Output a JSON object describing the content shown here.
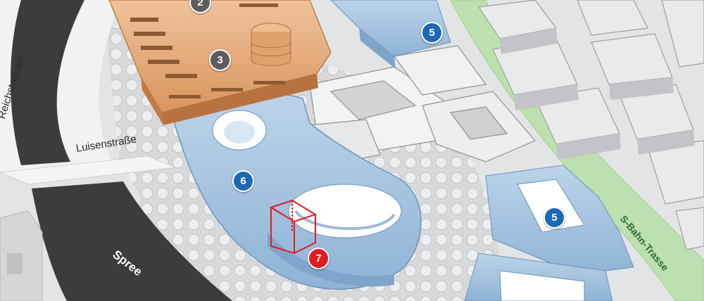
{
  "map": {
    "streets": {
      "kapelle_ufer": "Reichstagufer",
      "luisenstrasse": "Luisenstraße"
    },
    "water": {
      "river": "Spree"
    },
    "rail": {
      "label": "S-Bahn-Trasse"
    },
    "markers": [
      {
        "id": "2",
        "kind": "existing-building"
      },
      {
        "id": "3",
        "kind": "existing-building"
      },
      {
        "id": "5",
        "kind": "planned-building"
      },
      {
        "id": "5",
        "kind": "planned-building"
      },
      {
        "id": "6",
        "kind": "planned-building"
      },
      {
        "id": "7",
        "kind": "construction-site"
      }
    ],
    "colors": {
      "existing": "#d9a070",
      "planned": "#a3c3e0",
      "river": "#3b3b3b",
      "rail": "#a9d18e",
      "marker_blue": "#1c68b5",
      "marker_red": "#e11b22",
      "marker_grey": "#5d5d5d"
    }
  }
}
